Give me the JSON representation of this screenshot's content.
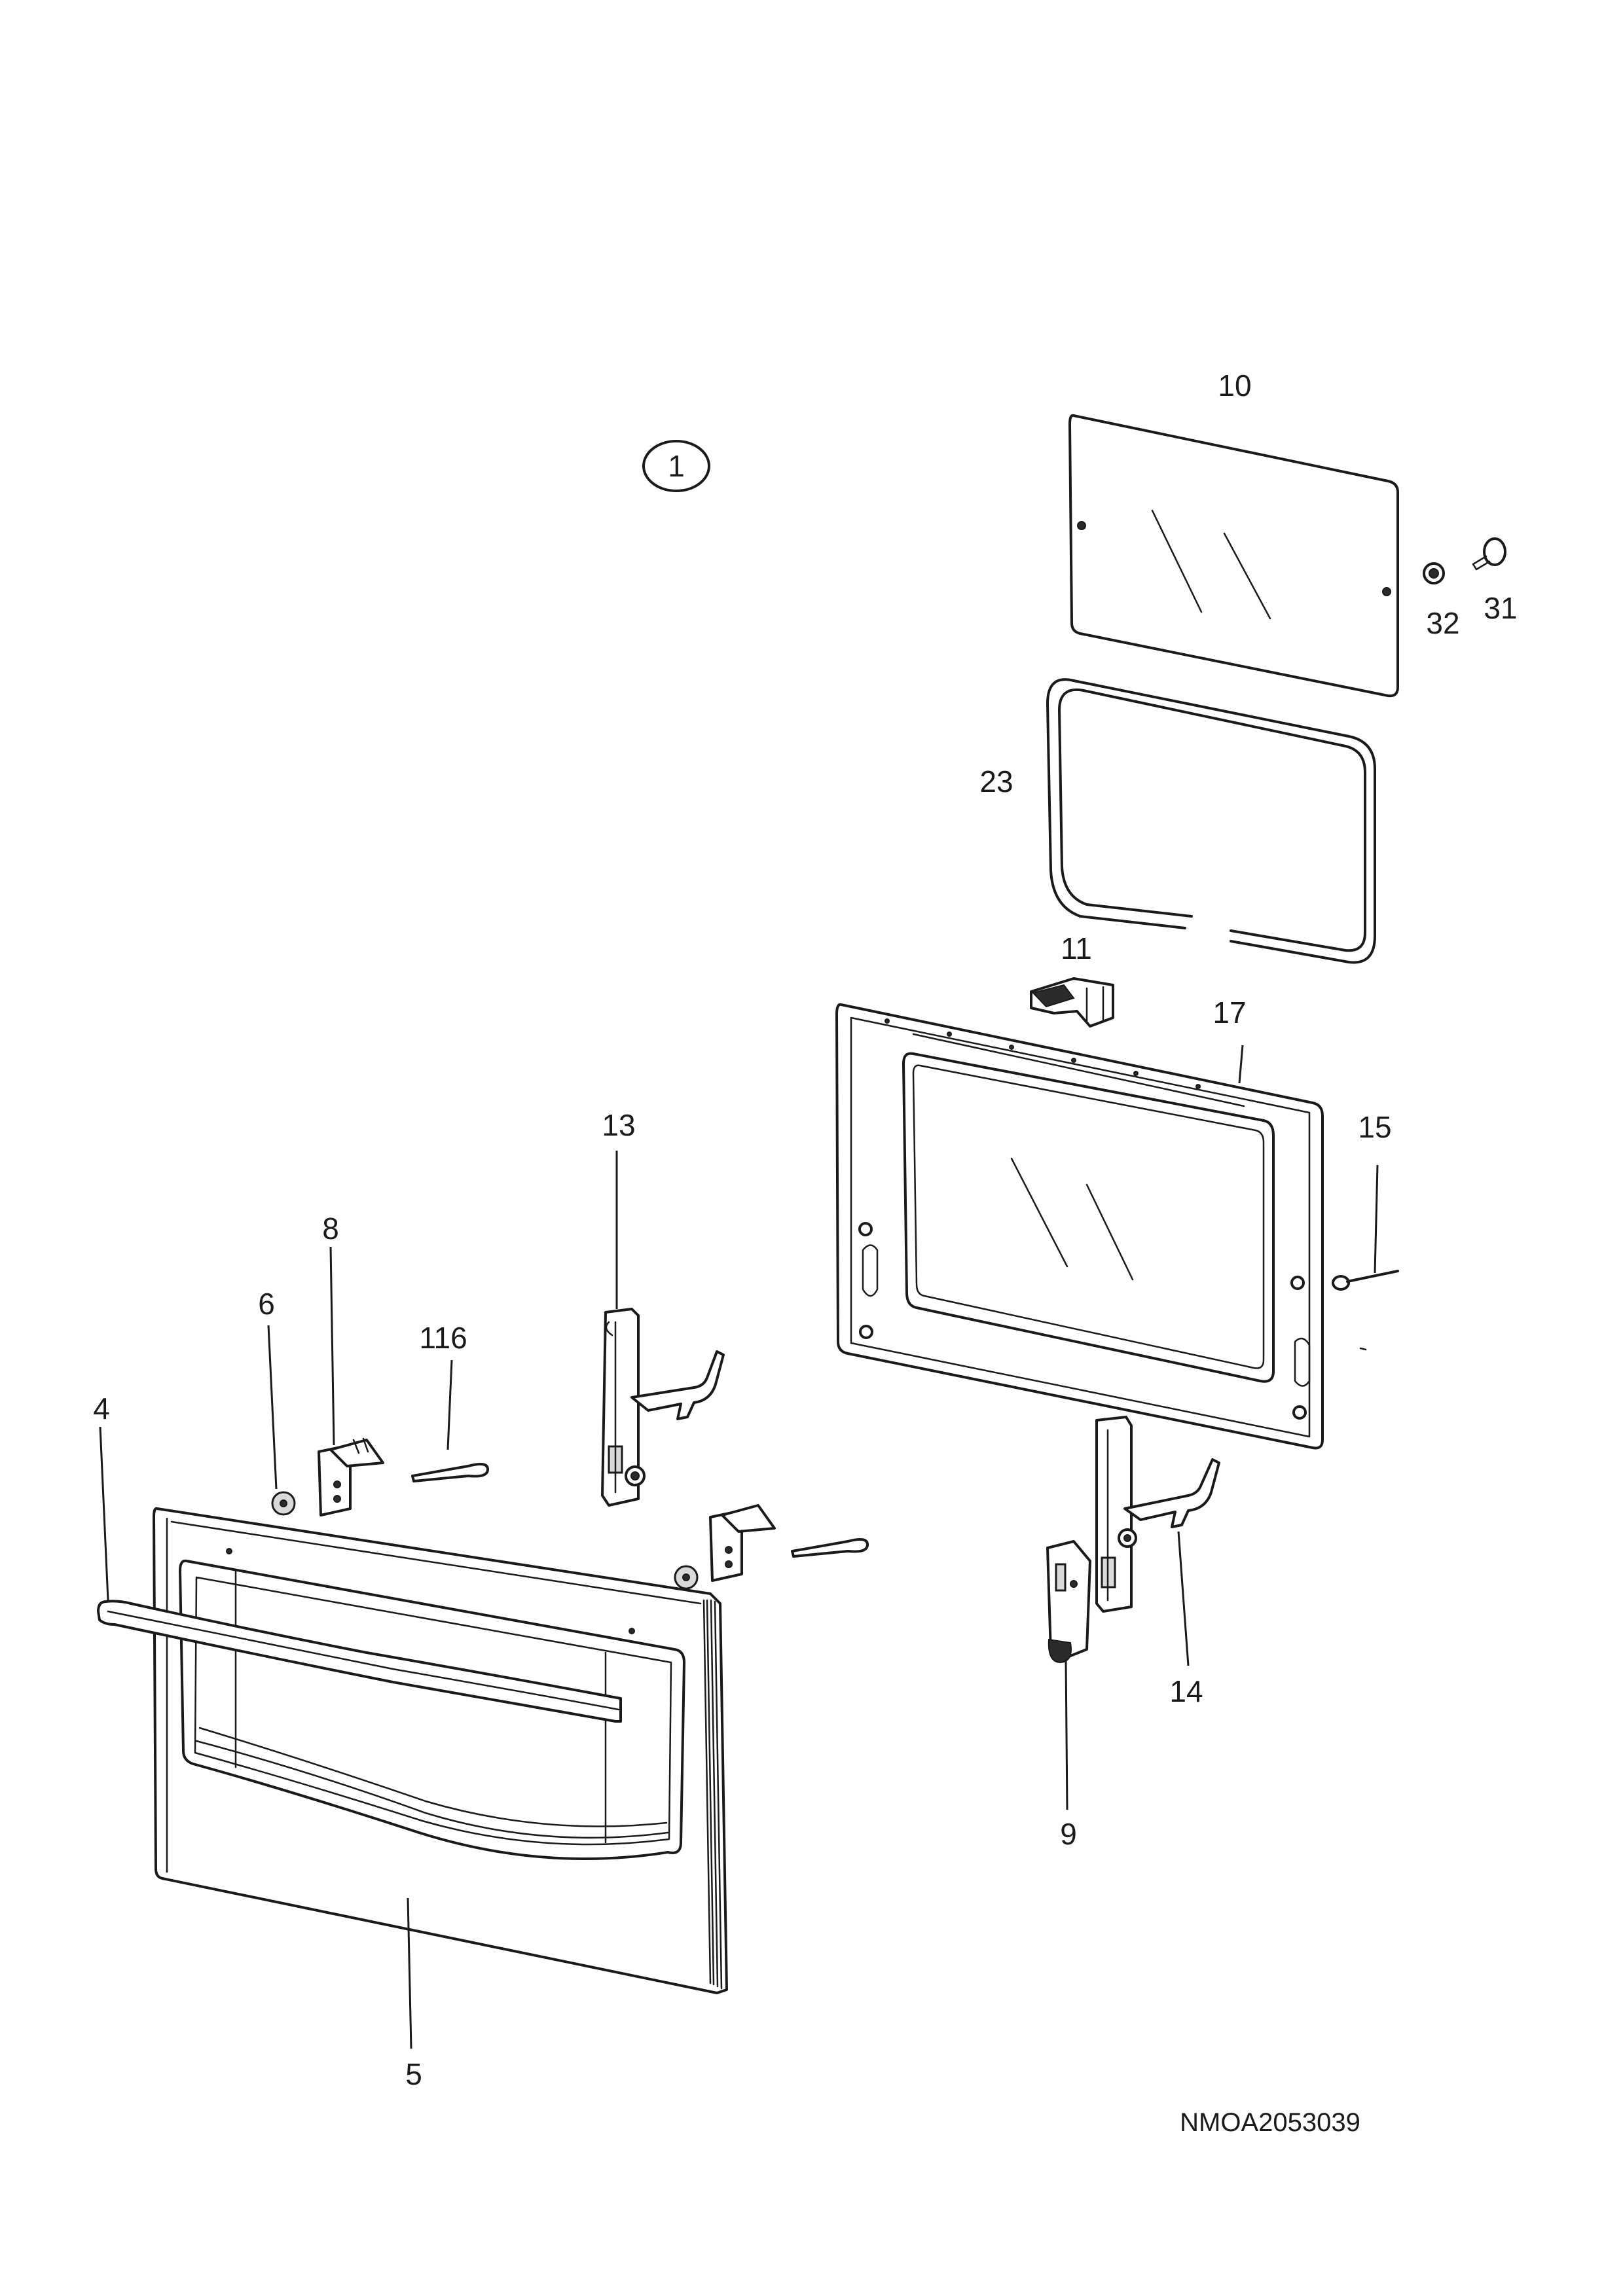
{
  "assembly_number": "1",
  "drawing_code": "NMOA2053039",
  "part_labels": {
    "p10": "10",
    "p31": "31",
    "p32": "32",
    "p23": "23",
    "p11": "11",
    "p17": "17",
    "p15": "15",
    "p13": "13",
    "p8": "8",
    "p6": "6",
    "p116": "116",
    "p4": "4",
    "p14": "14",
    "p9": "9",
    "p5": "5"
  },
  "colors": {
    "line": "#1a1a1a",
    "background": "#ffffff"
  }
}
